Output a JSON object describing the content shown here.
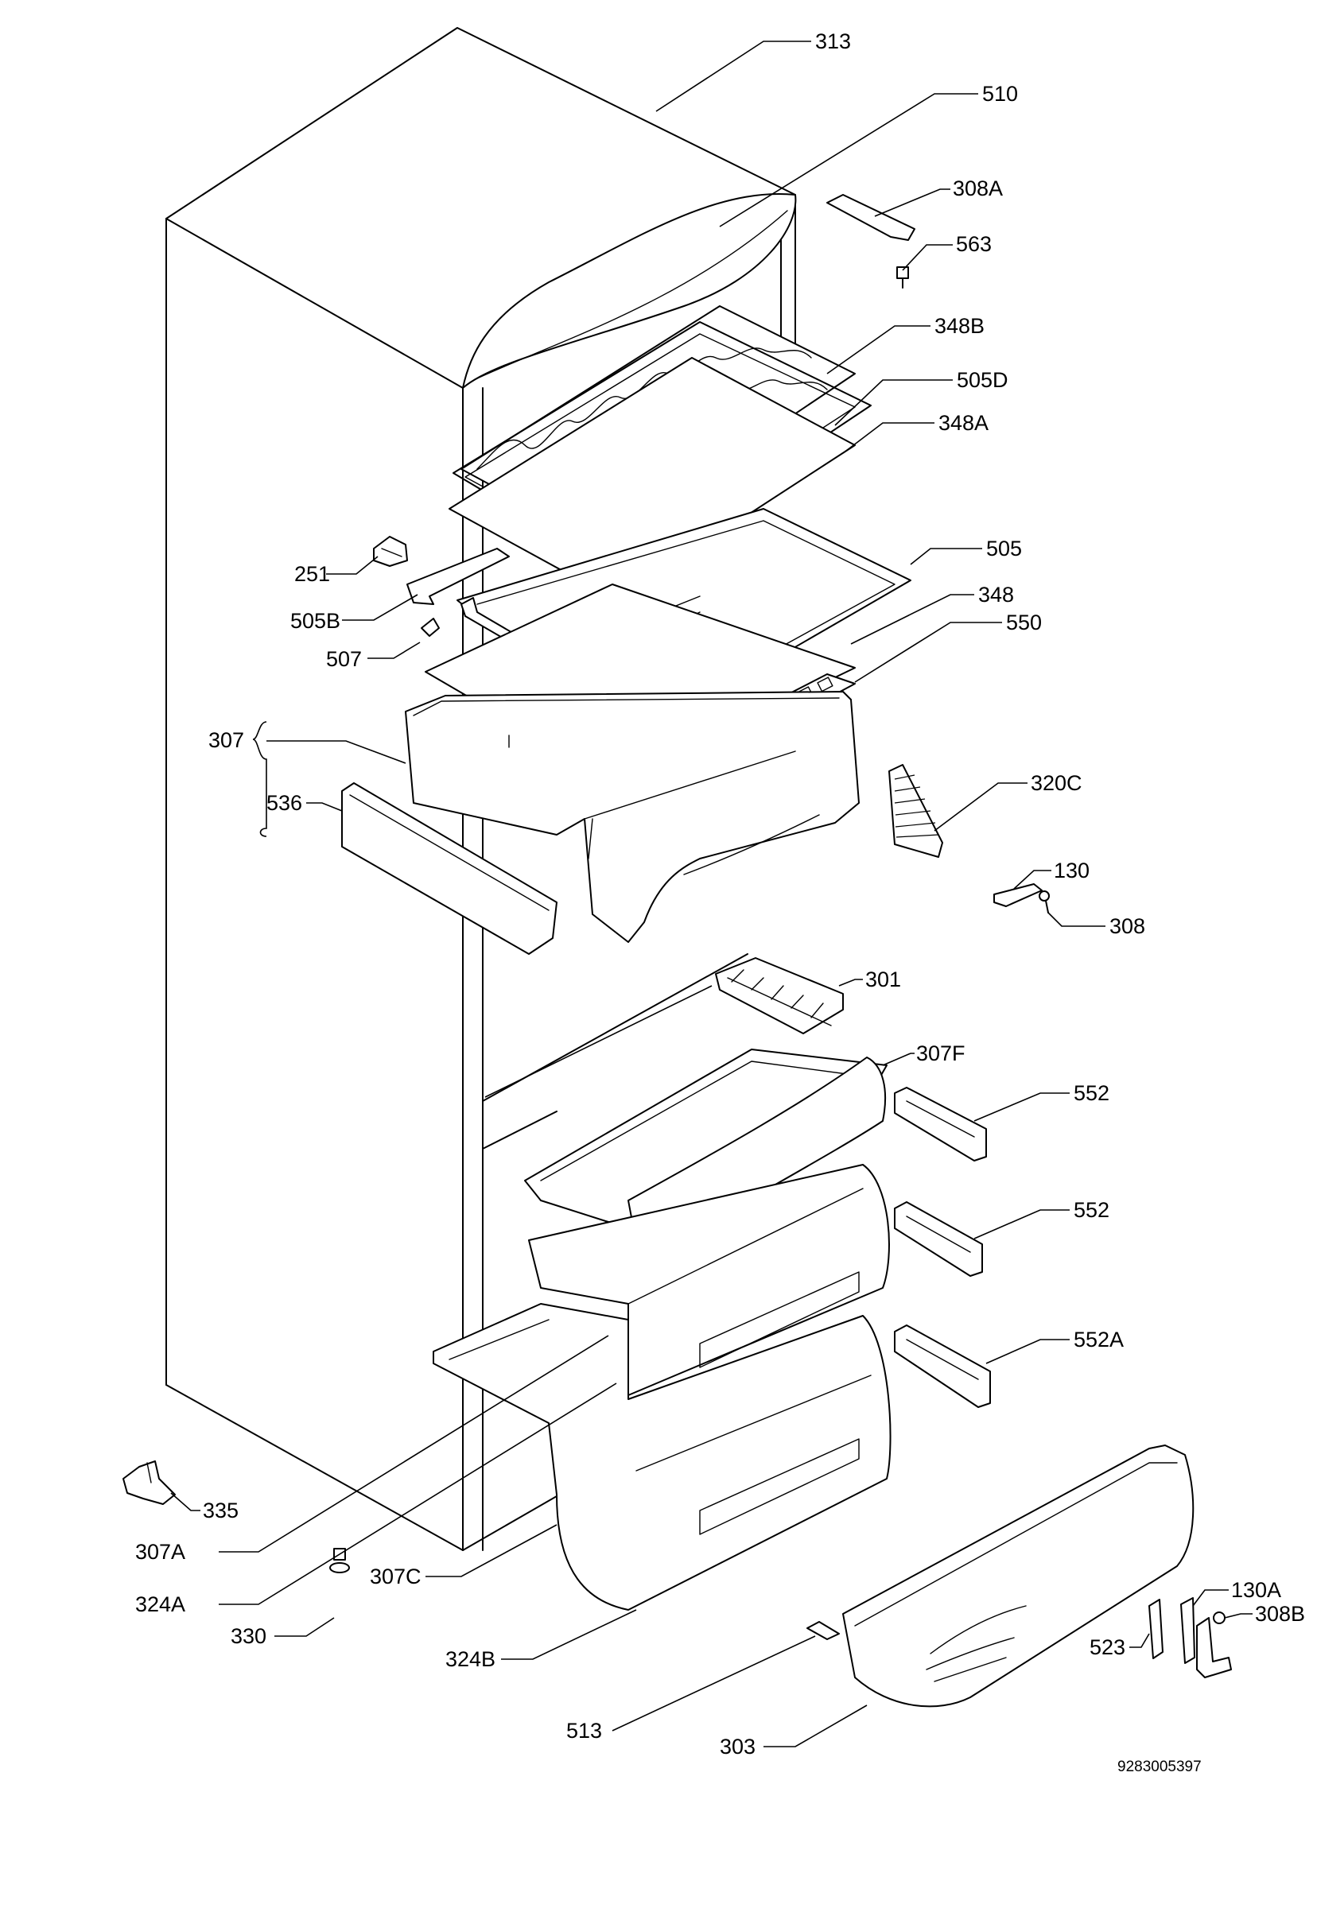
{
  "labels": {
    "l313": "313",
    "l510": "510",
    "l308A": "308A",
    "l563": "563",
    "l348B": "348B",
    "l505D": "505D",
    "l348A": "348A",
    "l251": "251",
    "l505B": "505B",
    "l507": "507",
    "l505": "505",
    "l348": "348",
    "l550": "550",
    "l307": "307",
    "l536": "536",
    "l320C": "320C",
    "l130": "130",
    "l308": "308",
    "l301": "301",
    "l307F": "307F",
    "l552a": "552",
    "l552b": "552",
    "l552A": "552A",
    "l335": "335",
    "l307A": "307A",
    "l324A": "324A",
    "l307C": "307C",
    "l330": "330",
    "l324B": "324B",
    "l513": "513",
    "l303": "303",
    "l523": "523",
    "l130A": "130A",
    "l308B": "308B"
  },
  "document_number": "9283005397"
}
